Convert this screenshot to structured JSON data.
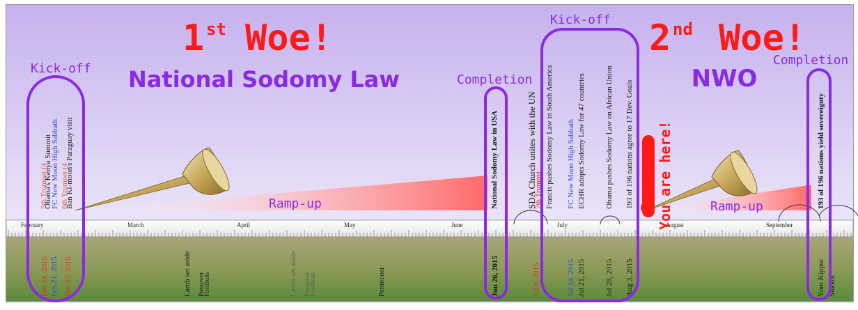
{
  "headings": {
    "woe1_number": "1",
    "woe1_suffix": "st",
    "woe1_word": "Woe!",
    "woe1_subtitle": "National Sodomy Law",
    "woe2_number": "2",
    "woe2_suffix": "nd",
    "woe2_word": "Woe!",
    "woe2_subtitle": "NWO"
  },
  "annotations": {
    "kickoff_1": "Kick-off",
    "completion_1": "Completion",
    "kickoff_2": "Kick-off",
    "completion_2": "Completion",
    "rampup_1": "Ramp-up",
    "rampup_2": "Ramp-up",
    "you_are_here": "You are here!"
  },
  "months": [
    "February",
    "March",
    "April",
    "May",
    "June",
    "July",
    "August",
    "September"
  ],
  "upper_labels": {
    "trumpet5": "5th Trumpet (4",
    "obama_kenya": "Obama's Kenya Summit",
    "fc_high_sabbath_feb": "FC New Moon High Sabbath",
    "trumpet6": "6th Trumpet (4",
    "kimoon_paraguay": "Ban Ki-moon's Paraguay visit",
    "national_sodomy_law": "National Sodomy Law in USA",
    "sda_church_un": "SDA Church unites with the UN",
    "seventh_trumpet": "7th Trumpet",
    "francis_sodomy": "Francis pushes Sodomy Law in South America",
    "fc_high_sabbath_jul": "FC New Moon High Sabbath",
    "echr_sodomy": "ECHR adopts Sodomy Law for 47 countries",
    "obama_sodomy": "Obama pushes Sodomy Law on African Union",
    "dev_goals": "193 of 196 nations agree to 17 Dev. Goals",
    "yield_sovereignty": "193 of 196 nations yield sovereignty"
  },
  "lower_labels": {
    "feb18": "Feb 18, 2015",
    "feb21": "Feb 21, 2015",
    "feb25": "Feb 25, 2015",
    "lamb1": "Lamb set aside",
    "passover1": "Passover",
    "firstfruits1": "Firstfruits",
    "lamb2": "Lamb set aside",
    "passover2": "Passover",
    "firstfruits2": "Firstfruits",
    "pentecost": "Pentecost",
    "jun26": "Jun 26, 2015",
    "jul8": "Jul 8, 2015",
    "jul18": "Jul 18, 2015",
    "jul21": "Jul 21, 2015",
    "jul28": "Jul 28, 2015",
    "aug3": "Aug 3, 2015",
    "yom_kippur": "Yom Kippur",
    "sukkot": "Sukkot"
  },
  "colors": {
    "woe_red": "#ff1a1a",
    "purple": "#8a2be2",
    "sky_top": "#c9b7ef",
    "sky_bottom": "#e9e1f8",
    "ground_top": "#a3a273",
    "ground_bottom": "#5f8a3c",
    "text_red": "#e0301e",
    "text_blue": "#2a4fd0",
    "text_dark": "#1a1a1a"
  }
}
